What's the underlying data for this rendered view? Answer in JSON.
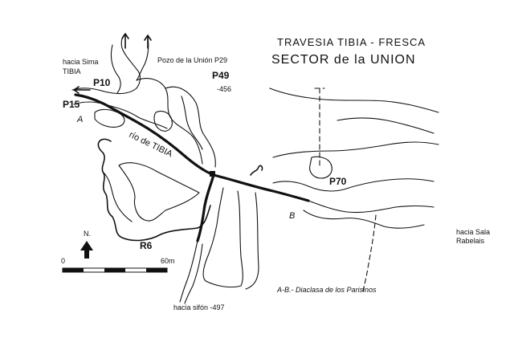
{
  "title": {
    "line1": "TRAVESIA TIBIA - FRESCA",
    "line2": "SECTOR de la UNION"
  },
  "labels": {
    "hacia_sima": "hacia Sima",
    "tibia": "TIBIA",
    "p10": "P10",
    "p15": "P15",
    "point_a": "A",
    "pozo": "Pozo de la Unión P29",
    "p49": "P49",
    "depth_456": "-456",
    "rio": "río de TIBIA",
    "p70": "P70",
    "point_b": "B",
    "r6": "R6",
    "hacia_sala": "hacia Sala",
    "rabelais": "Rabelais",
    "hacia_sifon": "hacia sifón -497",
    "legend_ab": "A-B.- Diaclasa de los Parisinos"
  },
  "north_arrow": {
    "label": "N."
  },
  "scale_bar": {
    "start_label": "0",
    "end_label": "60m"
  },
  "colors": {
    "ink": "#111111",
    "paper": "#ffffff"
  }
}
